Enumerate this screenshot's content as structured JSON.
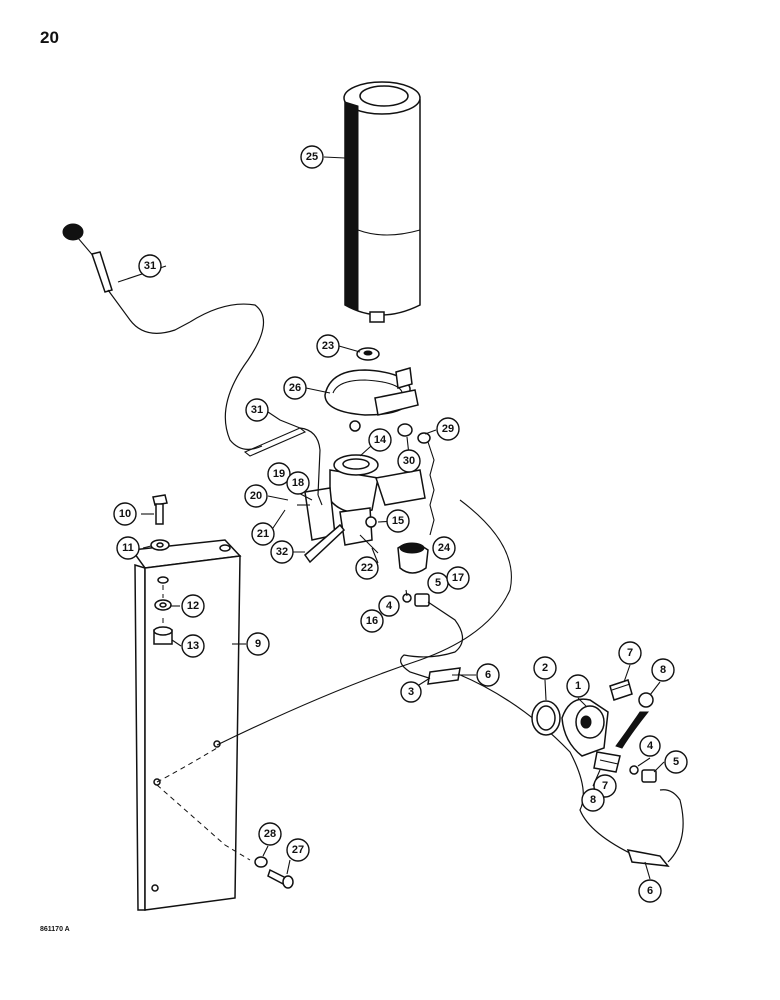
{
  "page": {
    "number": "20",
    "figure_code": "861170 A"
  },
  "callouts": {
    "c1": "1",
    "c2": "2",
    "c3": "3",
    "c4a": "4",
    "c4b": "4",
    "c5a": "5",
    "c5b": "5",
    "c6a": "6",
    "c6b": "6",
    "c7a": "7",
    "c7b": "7",
    "c8a": "8",
    "c8b": "8",
    "c9": "9",
    "c10": "10",
    "c11": "11",
    "c12": "12",
    "c13": "13",
    "c14": "14",
    "c15": "15",
    "c16": "16",
    "c17": "17",
    "c18": "18",
    "c19": "19",
    "c20": "20",
    "c21": "21",
    "c22": "22",
    "c23": "23",
    "c24": "24",
    "c25": "25",
    "c26": "26",
    "c27": "27",
    "c28": "28",
    "c29": "29",
    "c30": "30",
    "c31a": "31",
    "c31b": "31",
    "c32": "32"
  }
}
